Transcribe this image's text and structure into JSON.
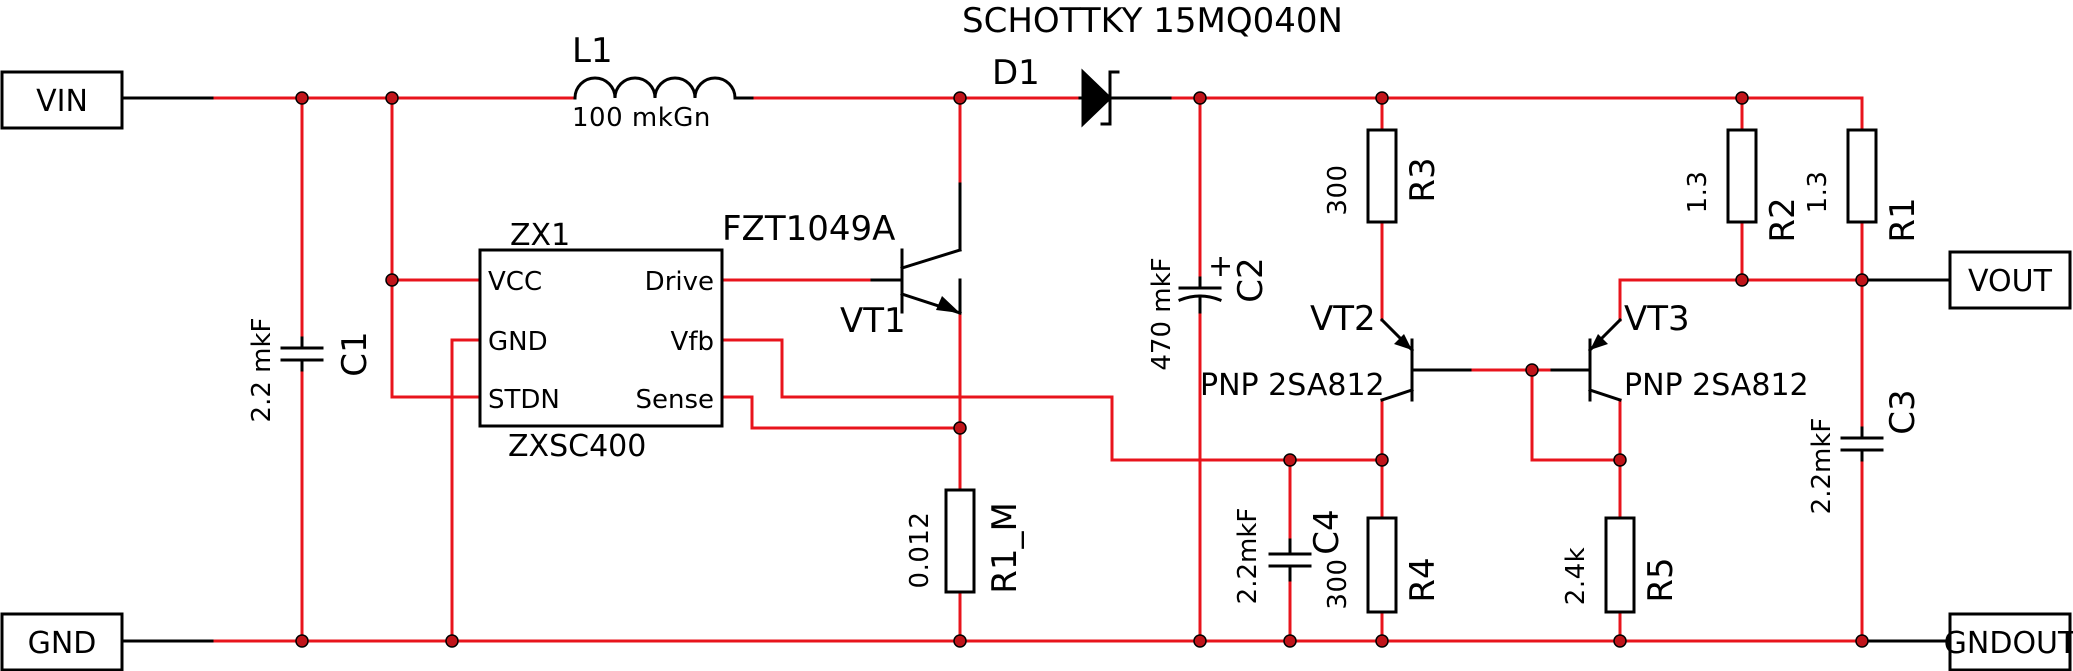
{
  "ports": {
    "vin": "VIN",
    "gnd": "GND",
    "vout": "VOUT",
    "gndout": "GNDOUT"
  },
  "components": {
    "L1": {
      "ref": "L1",
      "value": "100 mkGn"
    },
    "D1": {
      "ref": "D1",
      "value": "SCHOTTKY 15MQ040N"
    },
    "C1": {
      "ref": "C1",
      "value": "2.2 mkF"
    },
    "C2": {
      "ref": "C2",
      "value": "470 mkF",
      "polarity": "+"
    },
    "C3": {
      "ref": "C3",
      "value": "2.2mkF"
    },
    "C4": {
      "ref": "C4",
      "value": "2.2mkF"
    },
    "R1": {
      "ref": "R1",
      "value": "1.3"
    },
    "R2": {
      "ref": "R2",
      "value": "1.3"
    },
    "R3": {
      "ref": "R3",
      "value": "300"
    },
    "R4": {
      "ref": "R4",
      "value": "300"
    },
    "R5": {
      "ref": "R5",
      "value": "2.4k"
    },
    "R1_M": {
      "ref": "R1_M",
      "value": "0.012"
    },
    "VT1": {
      "ref": "VT1",
      "part": "FZT1049A"
    },
    "VT2": {
      "ref": "VT2",
      "part": "PNP 2SA812"
    },
    "VT3": {
      "ref": "VT3",
      "part": "PNP 2SA812"
    },
    "ZX1": {
      "ref": "ZX1",
      "part": "ZXSC400",
      "pins": {
        "vcc": "VCC",
        "gnd": "GND",
        "stdn": "STDN",
        "drive": "Drive",
        "vfb": "Vfb",
        "sense": "Sense"
      }
    }
  },
  "colors": {
    "wire": "#e8141c",
    "component": "#000000",
    "junction": "#c0141a",
    "background": "#ffffff"
  }
}
